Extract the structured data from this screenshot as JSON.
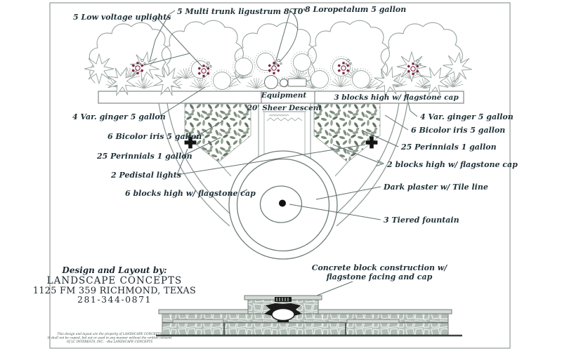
{
  "labels": {
    "uplights": "5  Low voltage uplights",
    "ligustrum": "5  Multi trunk ligustrum 8-10'",
    "loropetalum": "8  Loropetalum 5 gallon",
    "equipment": "Equipment",
    "three_blocks": "3 blocks high w/  flagstone cap",
    "sheer_descent": "20' Sheer Descent",
    "ginger_left": "4  Var. ginger 5 gallon",
    "iris_left": "6  Bicolor iris 5 gallon",
    "perennials_left": "25 Perinnials  1 gallon",
    "pedestal_lights": "2 Pedistal lights",
    "six_blocks": "6 blocks high w/ flagstone cap",
    "ginger_right": "4  Var. ginger 5 gallon",
    "iris_right": "6  Bicolor iris 5 gallon",
    "perennials_right": "25 Perinnials  1 gallon",
    "two_blocks": "2 blocks high w/ flagstone cap",
    "dark_plaster": "Dark plaster w/ Tile line",
    "tiered_fountain": "3 Tiered fountain",
    "concrete_1": "Concrete block construction w/",
    "concrete_2": "flagstone facing and cap"
  },
  "firm": {
    "byline": "Design and Layout by:",
    "name": "LANDSCAPE CONCEPTS",
    "address": "1125  FM 359 RICHMOND, TEXAS",
    "phone": "281-344-0871"
  },
  "fineprint": {
    "line1": "This design and layout are the property of LANDSCAPE CONCEPTS",
    "line2": "It shall not be copied, bid out or used in any manner without the written consent",
    "line3": "Of LC INTERESTS, INC. - dba LANDSCAPE CONCEPTS"
  },
  "colors": {
    "accent_maroon": "#76203f",
    "ink": "#22333a",
    "line_gray": "#98a39e",
    "fern_green": "#7c8d7c",
    "flagstone": "#b7c1ba"
  }
}
